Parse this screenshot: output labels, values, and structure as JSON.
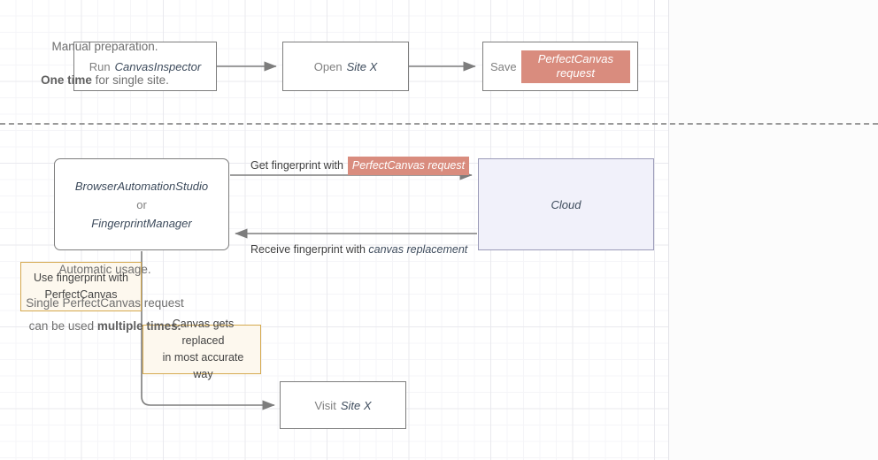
{
  "nodes": {
    "run_inspector": {
      "prefix": "Run",
      "emphasis": "CanvasInspector"
    },
    "open_site": {
      "prefix": "Open",
      "emphasis": "Site X"
    },
    "save_request": {
      "prefix": "Save",
      "highlight": "PerfectCanvas request"
    },
    "actor": {
      "line1": "BrowserAutomationStudio",
      "line2": "or",
      "line3": "FingerprintManager"
    },
    "cloud": {
      "label": "Cloud"
    },
    "visit_site": {
      "prefix": "Visit",
      "emphasis": "Site X"
    }
  },
  "edges": {
    "get_fingerprint": {
      "text": "Get fingerprint with",
      "highlight": "PerfectCanvas request"
    },
    "receive_fingerprint": {
      "text": "Receive fingerprint with",
      "emphasis": "canvas replacement"
    }
  },
  "notes": {
    "use_fingerprint": {
      "line1": "Use fingerprint with",
      "line2": "PerfectCanvas"
    },
    "canvas_replaced": {
      "line1": "Canvas gets replaced",
      "line2": "in most accurate way"
    }
  },
  "side_panel": {
    "manual": {
      "title": "Manual preparation.",
      "detail_bold": "One time",
      "detail_rest": " for single site."
    },
    "automatic": {
      "title": "Automatic usage.",
      "detail_line1": "Single PerfectCanvas request",
      "detail_line2_pre": "can be used ",
      "detail_line2_bold": "multiple times."
    }
  },
  "colors": {
    "highlight_bg": "#d98c7e",
    "note_border": "#d4a84e",
    "note_fill": "#fdf8ee",
    "cloud_fill": "#f1f1fa",
    "cloud_border": "#9a9ab8",
    "box_border": "#7d7d7d",
    "arrow": "#7d7d7d",
    "emphasis_text": "#3d4b5c",
    "muted_text": "#808080"
  }
}
